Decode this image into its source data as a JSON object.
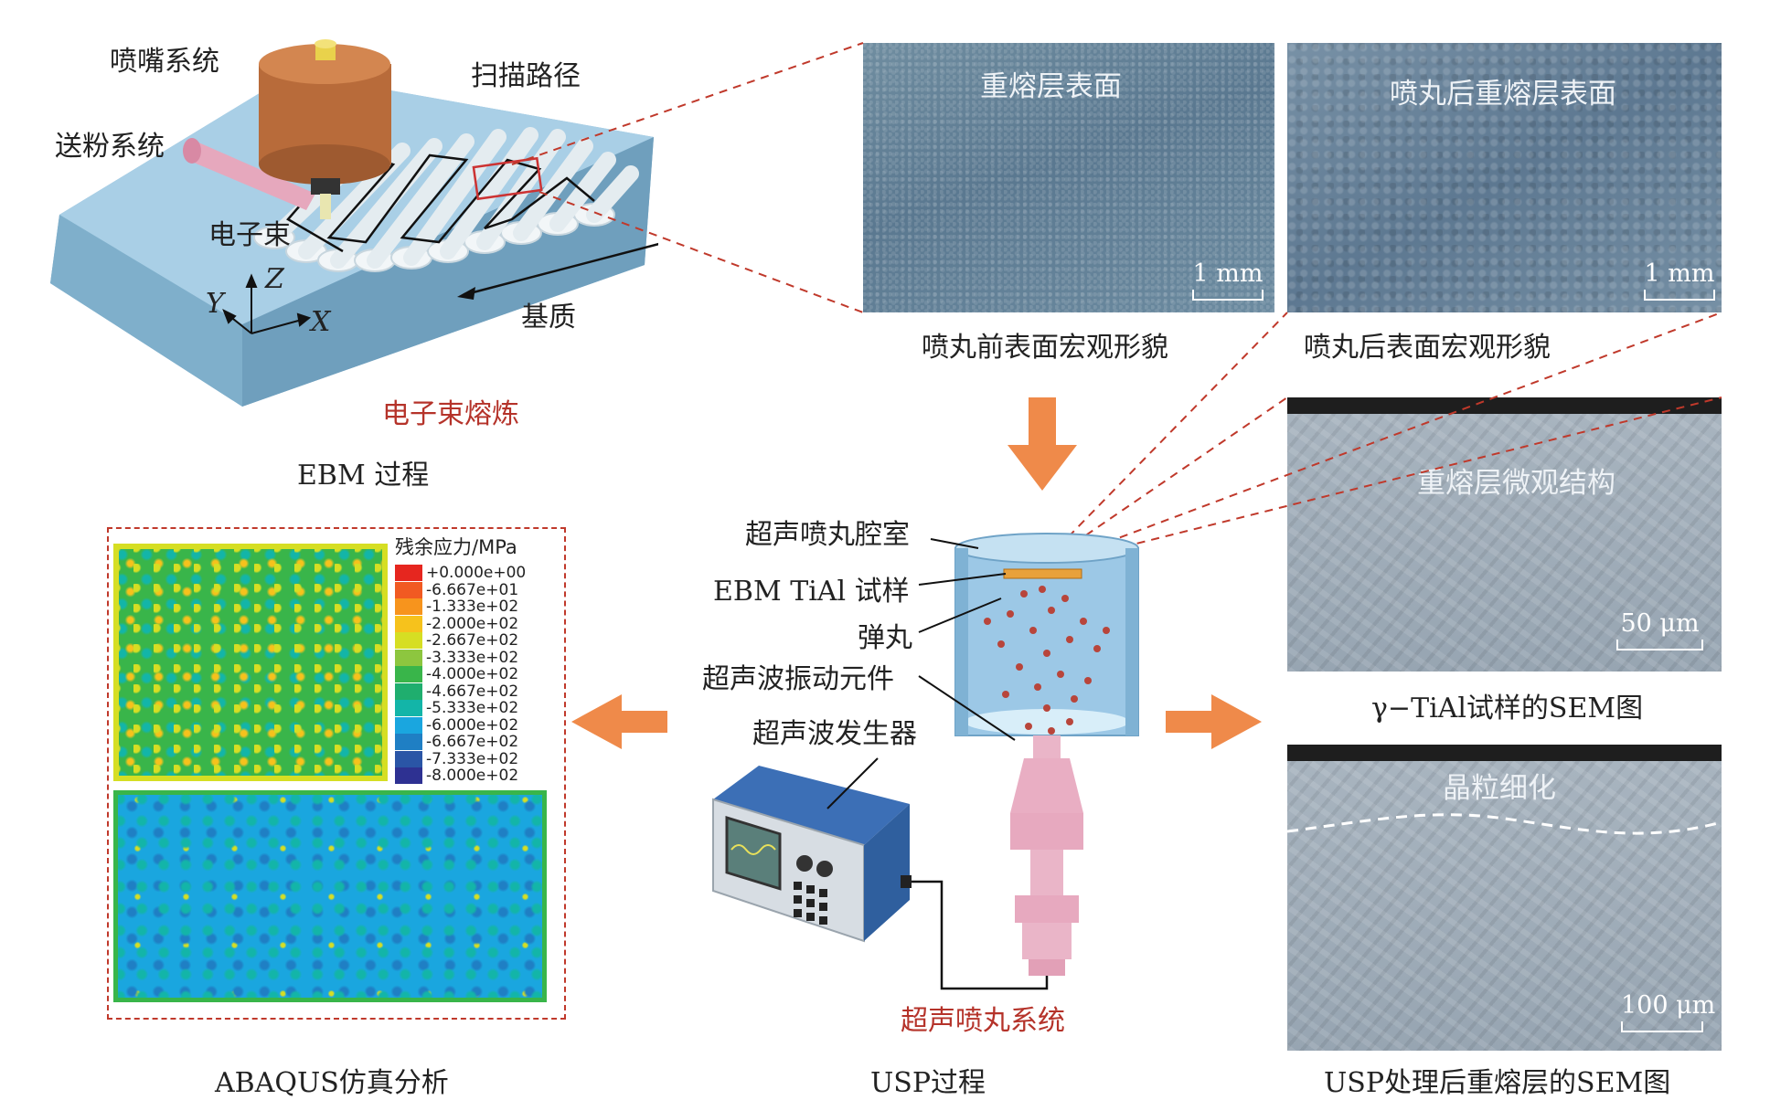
{
  "ebm": {
    "nozzle": "喷嘴系统",
    "powder": "送粉系统",
    "beam": "电子束",
    "path": "扫描路径",
    "substrate": "基质",
    "axis_x": "X",
    "axis_y": "Y",
    "axis_z": "Z",
    "melting": "电子束熔炼",
    "title": "EBM 过程"
  },
  "macro": {
    "before_label": "重熔层表面",
    "after_label": "喷丸后重熔层表面",
    "scale_before": "1 mm",
    "scale_after": "1 mm",
    "before_caption": "喷丸前表面宏观形貌",
    "after_caption": "喷丸后表面宏观形貌"
  },
  "usp": {
    "chamber": "超声喷丸腔室",
    "sample": "EBM TiAl 试样",
    "shot": "弹丸",
    "vibrator": "超声波振动元件",
    "generator": "超声波发生器",
    "system": "超声喷丸系统",
    "title": "USP过程"
  },
  "sem": {
    "micro_label": "重熔层微观结构",
    "micro_scale": "50 μm",
    "micro_caption": "γ−TiAl试样的SEM图",
    "refined_label": "晶粒细化",
    "refined_scale": "100 μm",
    "refined_caption": "USP处理后重熔层的SEM图"
  },
  "abaqus": {
    "title": "ABAQUS仿真分析",
    "legend_title": "残余应力/MPa",
    "legend": [
      {
        "value": "+0.000e+00",
        "color": "#e6261f"
      },
      {
        "value": "-6.667e+01",
        "color": "#f15a22"
      },
      {
        "value": "-1.333e+02",
        "color": "#f7941d"
      },
      {
        "value": "-2.000e+02",
        "color": "#f6c21c"
      },
      {
        "value": "-2.667e+02",
        "color": "#d6de23"
      },
      {
        "value": "-3.333e+02",
        "color": "#8dc63f"
      },
      {
        "value": "-4.000e+02",
        "color": "#39b54a"
      },
      {
        "value": "-4.667e+02",
        "color": "#1fae6e"
      },
      {
        "value": "-5.333e+02",
        "color": "#13b5a8"
      },
      {
        "value": "-6.000e+02",
        "color": "#1aa6df"
      },
      {
        "value": "-6.667e+02",
        "color": "#1f7fc4"
      },
      {
        "value": "-7.333e+02",
        "color": "#2a55a6"
      },
      {
        "value": "-8.000e+02",
        "color": "#2e3192"
      }
    ]
  },
  "colors": {
    "accent_red": "#b5332a",
    "arrow_orange": "#ef8a4a",
    "substrate_blue": "#a9cfe6"
  }
}
